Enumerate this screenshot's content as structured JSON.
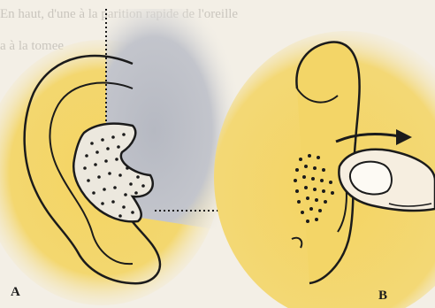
{
  "figure": {
    "panels": [
      {
        "id": "A",
        "label": "A",
        "subject": "ear-diagram-front-view"
      },
      {
        "id": "B",
        "label": "B",
        "subject": "ear-finger-manipulation"
      }
    ],
    "bleed_through_text": [
      "En haut, d'une à la parition rapide de l'oreille",
      "a à la tomee"
    ],
    "colors": {
      "background": "#f3efe6",
      "skin_yellow": "#f3d46a",
      "shadow_gray": "#b9bcc4",
      "ink": "#1b1b1b"
    }
  }
}
